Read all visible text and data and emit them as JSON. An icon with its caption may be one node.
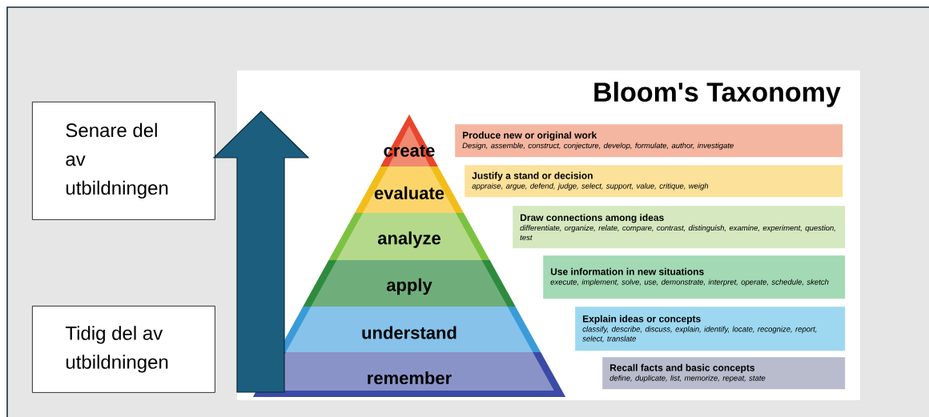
{
  "diagram": {
    "title": "Bloom's Taxonomy",
    "nodes": [
      {
        "text": [
          "Senare del av utbildningen"
        ]
      },
      {
        "text": [
          "Tidig del av utbildningen"
        ]
      },
      {
        "text": [
          "create"
        ]
      },
      {
        "text": [
          "evaluate"
        ]
      },
      {
        "text": [
          "analyze"
        ]
      },
      {
        "text": [
          "apply"
        ]
      },
      {
        "text": [
          "understand"
        ]
      },
      {
        "text": [
          "remember"
        ]
      },
      {
        "text": [
          "Produce new or original work",
          "Design, assemble, construct, conjecture, develop, formulate, author, investigate"
        ]
      },
      {
        "text": [
          "Justify a stand or decision",
          "appraise, argue, defend, judge, select, support, value, critique, weigh"
        ]
      },
      {
        "text": [
          "Draw connections among ideas",
          "differentiate, organize, relate, compare, contrast, distinguish, examine, experiment, question, test"
        ]
      },
      {
        "text": [
          "Use information in new situations",
          "execute, implement, solve, use, demonstrate, interpret, operate, schedule, sketch"
        ]
      },
      {
        "text": [
          "Explain ideas or concepts",
          "classify, describe, discuss, explain, identify, locate, recognize, report, select, translate"
        ]
      },
      {
        "text": [
          "Recall facts and basic concepts",
          "define, duplicate, list, memorize, repeat, state"
        ]
      }
    ]
  }
}
